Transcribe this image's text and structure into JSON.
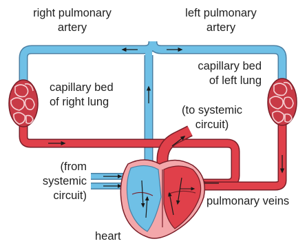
{
  "labels": {
    "right_pulmonary_artery": [
      "right pulmonary",
      "artery"
    ],
    "left_pulmonary_artery": [
      "left pulmonary",
      "artery"
    ],
    "capillary_bed_right_lung": [
      "capillary bed",
      "of right lung"
    ],
    "capillary_bed_left_lung": [
      "capillary bed",
      "of left lung"
    ],
    "to_systemic_circuit": [
      "(to systemic",
      "circuit)"
    ],
    "from_systemic_circuit": [
      "(from",
      "systemic",
      "circuit)"
    ],
    "pulmonary_veins": "pulmonary veins",
    "heart": "heart"
  },
  "colors": {
    "deoxygenated_blood": "#6fc0e6",
    "oxygenated_blood": "#e0404a",
    "vessel_outline": "#7a1e28",
    "capillary_bed_fill": "#c83a46",
    "heart_wall": "#f3a7aa",
    "label_text": "#1f1f1f"
  }
}
